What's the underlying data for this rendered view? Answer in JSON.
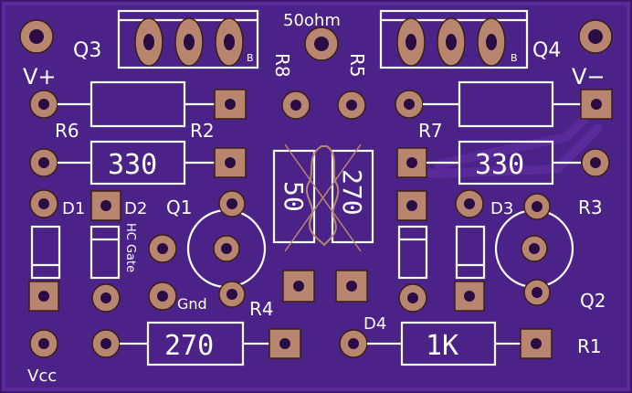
{
  "board": {
    "bg_color": "#3a1870",
    "trace_color": "#5a2a9a",
    "silk_color": "#ffffff",
    "pad_color": "#b8866e"
  },
  "labels": {
    "q3": "Q3",
    "q4": "Q4",
    "q1": "Q1",
    "q2": "Q2",
    "r1": "R1",
    "r2": "R2",
    "r3": "R3",
    "r4": "R4",
    "r5": "R5",
    "r6": "R6",
    "r7": "R7",
    "r8": "R8",
    "d1": "D1",
    "d2": "D2",
    "d3": "D3",
    "d4": "D4",
    "vplus": "V+",
    "vminus": "V−",
    "vcc": "Vcc",
    "gnd": "Gnd",
    "hc_gate": "HC Gate",
    "b_left": "B",
    "b_right": "B",
    "fifty_ohm": "50ohm"
  },
  "values": {
    "r6_left": "330",
    "r7_right": "330",
    "r4_bottom": "270",
    "r1_bottom": "1K",
    "center_left": "50",
    "center_right": "270"
  }
}
